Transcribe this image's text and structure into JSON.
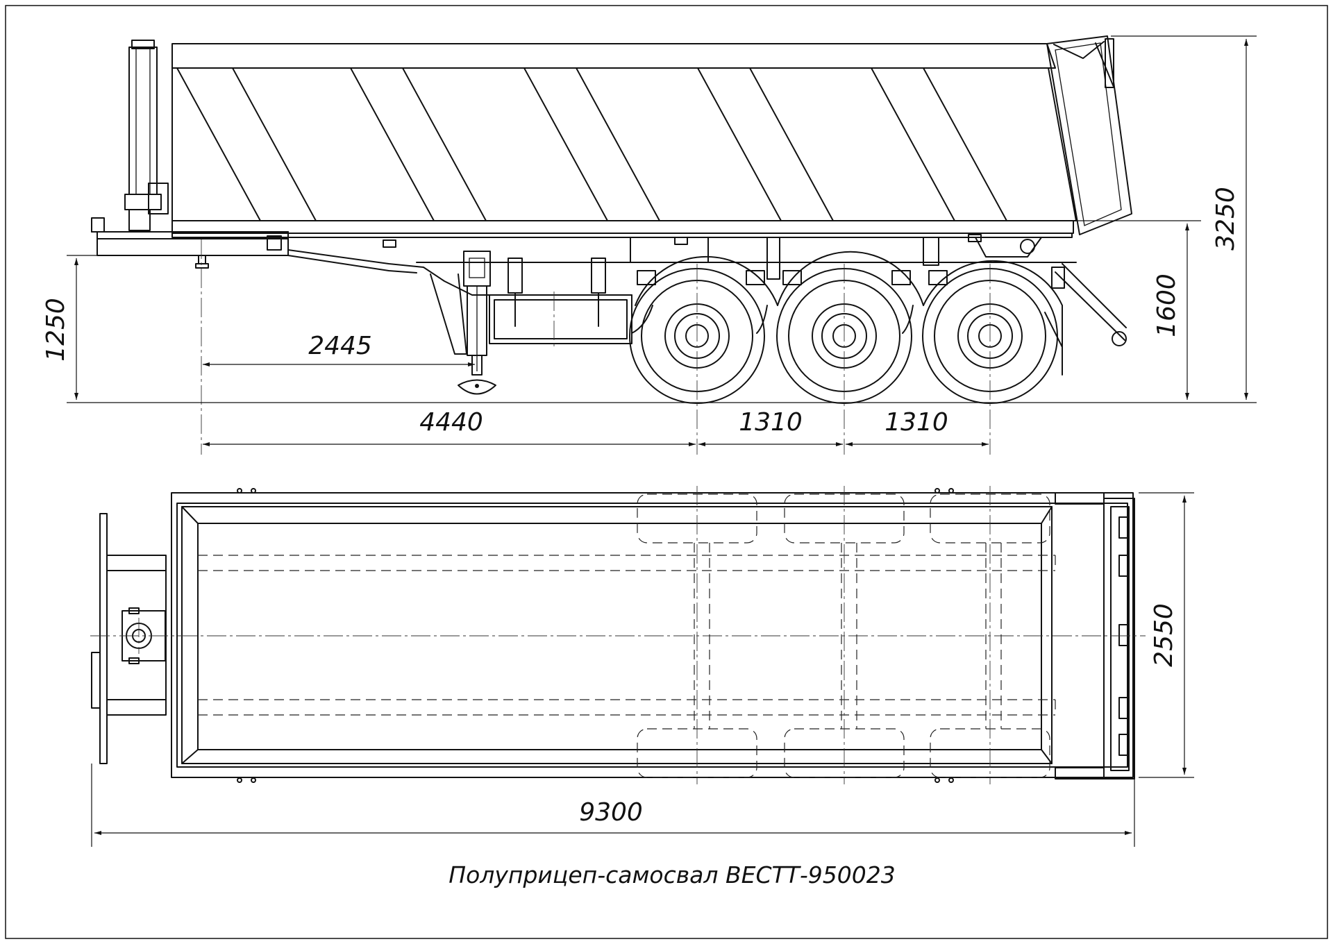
{
  "title": "Полуприцеп-самосвал ВЕСТТ-950023",
  "dimensions": {
    "coupling_height": "1250",
    "kingpin_to_leg": "2445",
    "kingpin_to_axle1": "4440",
    "axle_spacing_1": "1310",
    "axle_spacing_2": "1310",
    "frame_height": "1600",
    "total_height": "3250",
    "width": "2550",
    "length": "9300"
  },
  "colors": {
    "line": "#111111",
    "background": "#ffffff"
  }
}
